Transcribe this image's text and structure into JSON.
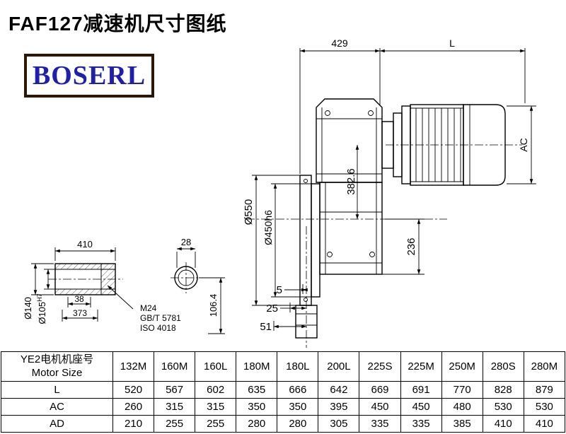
{
  "page": {
    "title": "FAF127减速机尺寸图纸"
  },
  "logo": {
    "text": "BOSERL",
    "text_color": "#1f1fae",
    "border_color": "#2a1708"
  },
  "drawing": {
    "dims": {
      "top_width": "429",
      "motor_length": "L",
      "motor_diameter": "AC",
      "flange_diameter": "Ø550",
      "spigot_diameter": "Ø450h6",
      "center_distance": "382.6",
      "lower_height": "236",
      "foot_step_1": "5",
      "foot_step_2": "25",
      "foot_step_3": "51"
    },
    "shaft_detail": {
      "length": "410",
      "end_width": "28",
      "step": "38",
      "bore_depth": "373",
      "outer_diameter": "Ø140",
      "bore_diameter": "Ø105",
      "bore_tolerance": "H7",
      "height": "106.4",
      "bolt": "M24",
      "bolt_standard": "GB/T 5781",
      "bolt_iso": "ISO 4018"
    }
  },
  "table": {
    "header_cn": "YE2电机机座号",
    "header_en": "Motor Size",
    "columns": [
      "132M",
      "160M",
      "160L",
      "180M",
      "180L",
      "200L",
      "225S",
      "225M",
      "250M",
      "280S",
      "280M"
    ],
    "rows": [
      {
        "label": "L",
        "values": [
          "520",
          "567",
          "602",
          "635",
          "666",
          "642",
          "669",
          "691",
          "770",
          "828",
          "879"
        ]
      },
      {
        "label": "AC",
        "values": [
          "260",
          "315",
          "315",
          "350",
          "350",
          "395",
          "450",
          "450",
          "480",
          "530",
          "530"
        ]
      },
      {
        "label": "AD",
        "values": [
          "210",
          "255",
          "255",
          "280",
          "280",
          "305",
          "335",
          "335",
          "385",
          "410",
          "410"
        ]
      }
    ]
  }
}
